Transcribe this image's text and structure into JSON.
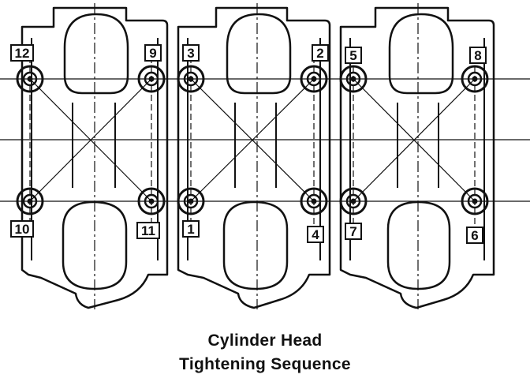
{
  "caption": {
    "line1": "Cylinder Head",
    "line2": "Tightening Sequence"
  },
  "sequence_labels": [
    "12",
    "9",
    "10",
    "11",
    "3",
    "2",
    "1",
    "4",
    "5",
    "8",
    "7",
    "6"
  ],
  "colors": {
    "ink": "#111111",
    "paper": "#ffffff"
  }
}
